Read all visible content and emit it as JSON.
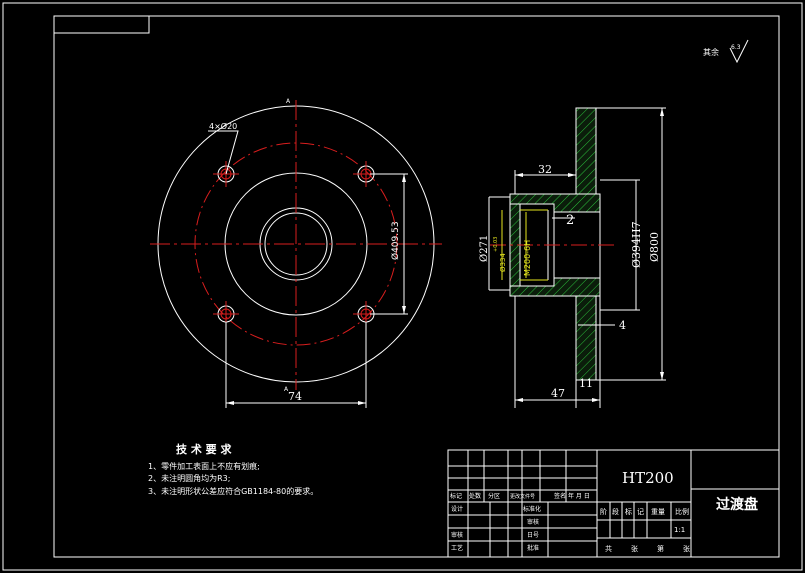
{
  "drawing": {
    "material": "HT200",
    "part_name": "过渡盘",
    "roughness_note": "其余",
    "roughness_value": "6.3",
    "front_view": {
      "section_mark_top": "A",
      "section_mark_bottom": "A",
      "holes_label": "4×Ø20",
      "pcd_label": "Ø409.53",
      "width_label": "74"
    },
    "section_view": {
      "dim_32": "32",
      "dim_2": "2",
      "dim_d271": "Ø271",
      "dim_bore": "Ø334",
      "dim_bore_tol": "+0.03",
      "dim_thread": "M200-6H",
      "dim_d394": "Ø394H7",
      "dim_d800": "Ø800",
      "dim_4": "4",
      "dim_47": "47",
      "dim_11": "11"
    },
    "tech_req": {
      "title": "技 术 要 求",
      "items": [
        "1、零件加工表面上不应有划痕;",
        "2、未注明圆角均为R3;",
        "3、未注明形状公差应符合GB1184-80的要求。"
      ]
    },
    "title_block": {
      "row_labels": [
        "标记",
        "处数",
        "分区",
        "更改文件号",
        "签名",
        "年 月 日"
      ],
      "left_labels": [
        "设计",
        "审核",
        "工艺"
      ],
      "mid_labels": [
        "标准化",
        "审核",
        "日号",
        "批准"
      ],
      "stage_labels": [
        "阶",
        "段",
        "标",
        "记",
        "重量",
        "比例"
      ],
      "scale": "1:1",
      "sheet_labels": [
        "共",
        "张",
        "第",
        "张"
      ]
    }
  }
}
